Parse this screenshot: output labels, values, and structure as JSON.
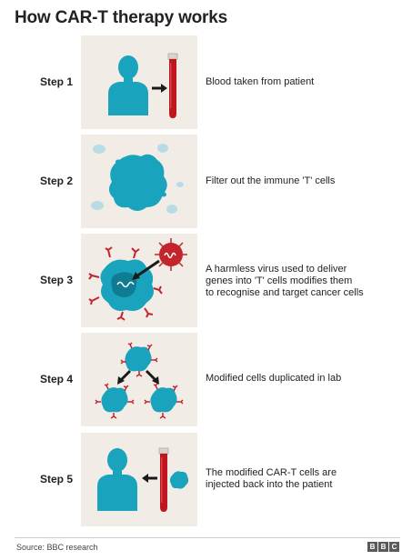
{
  "title": "How CAR-T therapy works",
  "steps": [
    {
      "label": "Step 1",
      "lines": [
        "Blood taken from patient"
      ]
    },
    {
      "label": "Step 2",
      "lines": [
        "Filter out the immune 'T' cells"
      ]
    },
    {
      "label": "Step 3",
      "lines": [
        "A harmless virus used to deliver",
        "genes into 'T' cells  modifies them",
        "to recognise and target cancer cells"
      ]
    },
    {
      "label": "Step 4",
      "lines": [
        "Modified cells duplicated in lab"
      ]
    },
    {
      "label": "Step 5",
      "lines": [
        "The modified CAR-T cells are",
        "injected back into the patient"
      ]
    }
  ],
  "source": "Source: BBC research",
  "logo": [
    "B",
    "B",
    "C"
  ],
  "colors": {
    "panel_background": "#f1ece5",
    "cell_teal": "#1aa3bd",
    "cell_light": "#b8dce5",
    "receptor_red": "#c4242c",
    "blood_red": "#c0171f",
    "arrow": "#1a1a1a"
  }
}
